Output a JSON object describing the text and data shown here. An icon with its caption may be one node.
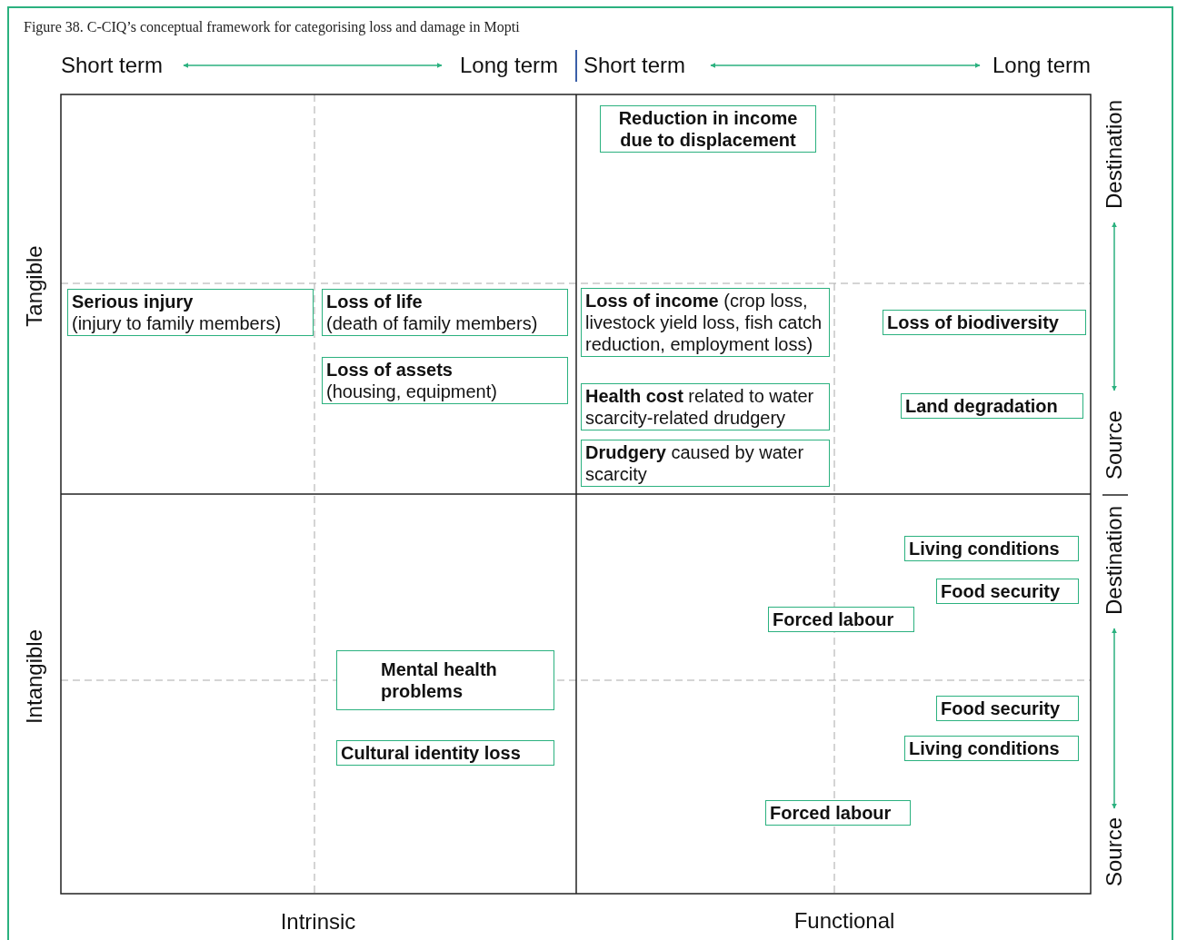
{
  "diagram": {
    "title": "Figure 38. C-CIQ’s conceptual framework for categorising loss and damage in Mopti",
    "nodes": [
      {
        "text": [
          "Reduction in income due to displacement"
        ]
      },
      {
        "text": [
          "Serious injury",
          "(injury to family members)"
        ]
      },
      {
        "text": [
          "Loss of life",
          "(death of family members)"
        ]
      },
      {
        "text": [
          "**Loss of income** (crop loss, livestock yield loss, fish catch reduction, employment loss)"
        ]
      },
      {
        "text": [
          "Loss of biodiversity"
        ]
      },
      {
        "text": [
          "Loss of assets",
          "(housing, equipment)"
        ]
      },
      {
        "text": [
          "**Health cost** related to water scarcity-related drudgery"
        ]
      },
      {
        "text": [
          "Land degradation"
        ]
      },
      {
        "text": [
          "**Drudgery** caused by water scarcity"
        ]
      },
      {
        "text": [
          "Living conditions"
        ]
      },
      {
        "text": [
          "Food security"
        ]
      },
      {
        "text": [
          "Forced labour"
        ]
      },
      {
        "text": [
          "Mental health problems"
        ]
      },
      {
        "text": [
          "Food security"
        ]
      },
      {
        "text": [
          "Living conditions"
        ]
      },
      {
        "text": [
          "Cultural identity loss"
        ]
      },
      {
        "text": [
          "Forced labour"
        ]
      }
    ],
    "labels": [
      "Short term",
      "Long term",
      "Short term",
      "Long term",
      "Tangible",
      "Destination",
      "Source",
      "Destination",
      "Intangible",
      "Source",
      "Intrinsic",
      "Functional"
    ]
  }
}
